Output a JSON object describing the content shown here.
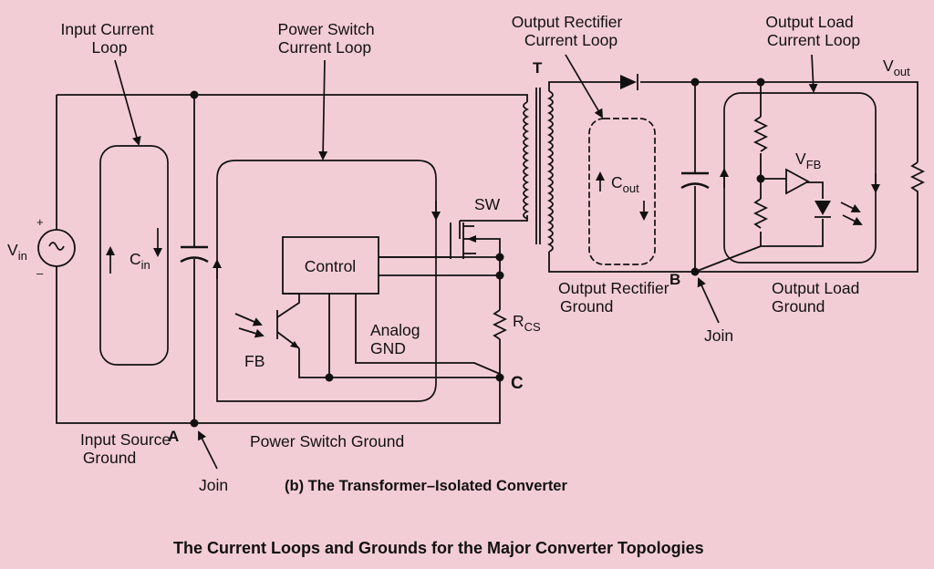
{
  "caption": "(b) The Transformer–Isolated Converter",
  "title": "The  Current Loops and Grounds for the Major Converter Topologies",
  "labels": {
    "input_current_loop": [
      "Input Current",
      "Loop"
    ],
    "power_switch_current_loop": [
      "Power Switch",
      "Current Loop"
    ],
    "output_rectifier_current_loop": [
      "Output Rectifier",
      "Current Loop"
    ],
    "output_load_current_loop": [
      "Output Load",
      "Current Loop"
    ],
    "vout": "V",
    "vout_sub": "out",
    "vin": "V",
    "vin_sub": "in",
    "plus": "+",
    "minus": "–",
    "cin": "C",
    "cin_sub": "in",
    "cout": "C",
    "cout_sub": "out",
    "vfb": "V",
    "vfb_sub": "FB",
    "transformer": "T",
    "sw": "SW",
    "control": "Control",
    "fb": "FB",
    "analog_gnd": [
      "Analog",
      "GND"
    ],
    "rcs": "R",
    "rcs_sub": "CS",
    "node_a": "A",
    "node_b": "B",
    "node_c": "C",
    "input_source_ground": [
      "Input Source",
      "Ground"
    ],
    "power_switch_ground": "Power Switch Ground",
    "output_rectifier_ground": [
      "Output Rectifier",
      "Ground"
    ],
    "output_load_ground": [
      "Output Load",
      "Ground"
    ],
    "join_left": "Join",
    "join_right": "Join"
  }
}
